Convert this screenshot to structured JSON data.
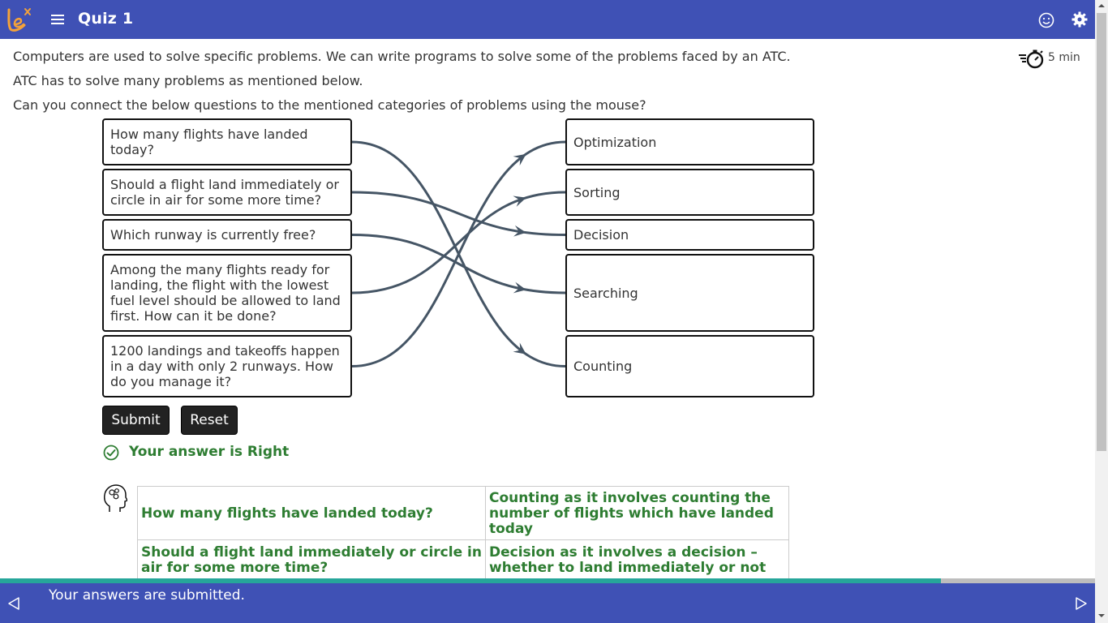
{
  "header": {
    "title": "Quiz 1",
    "logo_icon": "lex-logo-icon",
    "menu_icon": "hamburger-menu-icon",
    "feedback_icon": "smiley-icon",
    "settings_icon": "gear-icon"
  },
  "timer": {
    "label": "5 min",
    "icon": "stopwatch-icon"
  },
  "question": {
    "lines": [
      "Computers are used to solve specific problems. We can write programs to solve some of the problems faced by an ATC.",
      "ATC has to solve many problems as mentioned below.",
      "Can you connect the below questions to the mentioned categories of problems using the mouse?"
    ]
  },
  "match": {
    "left_items": [
      "How many flights have landed today?",
      "Should a flight land immediately or circle in air for some more time?",
      "Which runway is currently free?",
      "Among the many flights ready for landing, the flight with the lowest fuel level should be allowed to land first. How can it be done?",
      "1200 landings and takeoffs happen in a day with only 2 runways. How do you manage it?"
    ],
    "right_items": [
      "Optimization",
      "Sorting",
      "Decision",
      "Searching",
      "Counting"
    ],
    "connections": [
      {
        "from": 0,
        "to": 4
      },
      {
        "from": 1,
        "to": 2
      },
      {
        "from": 2,
        "to": 3
      },
      {
        "from": 3,
        "to": 1
      },
      {
        "from": 4,
        "to": 0
      }
    ],
    "line_color": "#455565"
  },
  "buttons": {
    "submit": "Submit",
    "reset": "Reset"
  },
  "result": {
    "text": "Your answer is Right",
    "icon": "check-circle-icon",
    "color": "#2e7d32"
  },
  "explanation": {
    "icon": "head-gears-icon",
    "rows": [
      {
        "question": "How many flights have landed today?",
        "answer": "Counting as it involves counting the number of flights which have landed today"
      },
      {
        "question": "Should a flight land immediately or circle in air for some more time?",
        "answer": "Decision as it involves a decision – whether to land immediately or not"
      }
    ]
  },
  "footer": {
    "status": "Your answers are submitted.",
    "prev_icon": "triangle-left-icon",
    "next_icon": "triangle-right-icon",
    "progress": 0.859
  },
  "colors": {
    "brand": "#3f51b5",
    "progress": "#26a69a",
    "success": "#2e7d32"
  }
}
